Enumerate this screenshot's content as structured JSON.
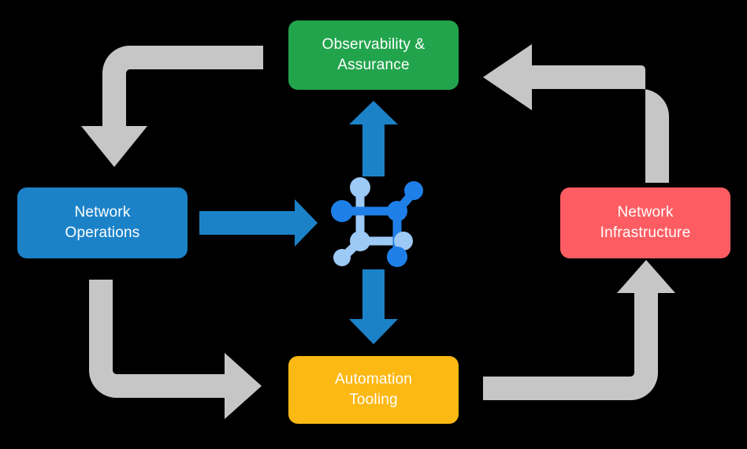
{
  "diagram": {
    "type": "cycle-diagram",
    "background_color": "#000000",
    "center_icon": {
      "name": "network-topology-icon",
      "primary_color": "#1f7fe8",
      "secondary_color": "#9cc9f5"
    },
    "nodes": [
      {
        "id": "observability",
        "label_line1": "Observability &",
        "label_line2": "Assurance",
        "color": "#22a44d",
        "position": "top"
      },
      {
        "id": "operations",
        "label_line1": "Network",
        "label_line2": "Operations",
        "color": "#1c82c8",
        "position": "left"
      },
      {
        "id": "infrastructure",
        "label_line1": "Network",
        "label_line2": "Infrastructure",
        "color": "#fd5d62",
        "position": "right"
      },
      {
        "id": "automation",
        "label_line1": "Automation",
        "label_line2": "Tooling",
        "color": "#fcb813",
        "position": "bottom"
      }
    ],
    "cycle_arrows": {
      "color": "#c6c6c6",
      "connections": [
        {
          "name": "observability-to-operations",
          "from": "observability",
          "to": "operations"
        },
        {
          "name": "operations-to-automation",
          "from": "operations",
          "to": "automation"
        },
        {
          "name": "automation-to-infrastructure",
          "from": "automation",
          "to": "infrastructure"
        },
        {
          "name": "infrastructure-to-observability",
          "from": "infrastructure",
          "to": "observability"
        }
      ]
    },
    "center_arrows": {
      "color": "#1c82c8",
      "connections": [
        {
          "name": "operations-to-center",
          "direction": "right"
        },
        {
          "name": "center-to-observability",
          "direction": "up"
        },
        {
          "name": "center-to-automation",
          "direction": "down"
        }
      ]
    }
  }
}
